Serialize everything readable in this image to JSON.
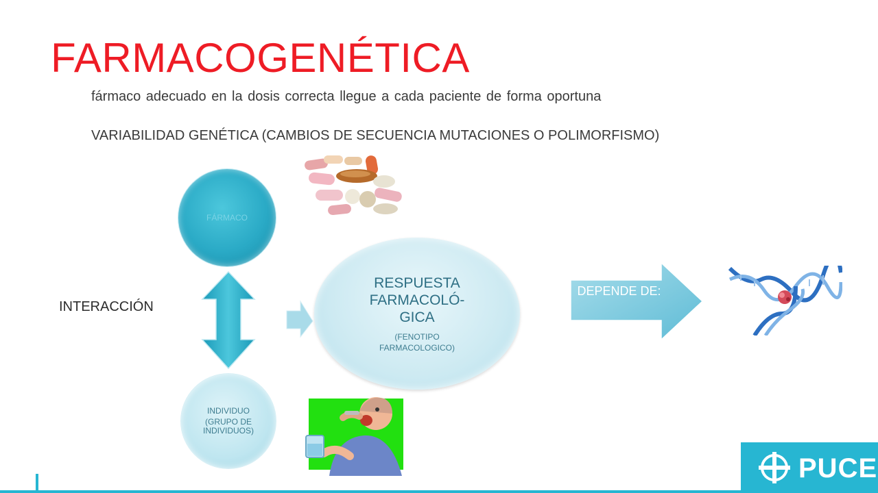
{
  "slide": {
    "title": "FARMACOGENÉTICA",
    "subtitle_1": "fármaco adecuado en la dosis correcta llegue a cada paciente de forma oportuna",
    "subtitle_2": "VARIABILIDAD GENÉTICA  (CAMBIOS DE SECUENCIA MUTACIONES O POLIMORFISMO)",
    "interaction_label": "INTERACCIÓN"
  },
  "diagram": {
    "node_drug": "FÁRMACO",
    "node_individual_line1": "INDIVIDUO",
    "node_individual_line2": "(GRUPO DE INDIVIDUOS)",
    "node_response_main": "RESPUESTA FARMACOLÓ-GICA",
    "node_response_sub": "(FENOTIPO FARMACOLOGICO)",
    "depends_label": "DEPENDE DE:"
  },
  "logo": {
    "text": "PUCE"
  },
  "colors": {
    "title": "#ee1c25",
    "accent": "#27b6d2",
    "circle_dark": "#2aaac6",
    "circle_light": "#cdeaf2",
    "arrow": "#8fd0e2"
  }
}
